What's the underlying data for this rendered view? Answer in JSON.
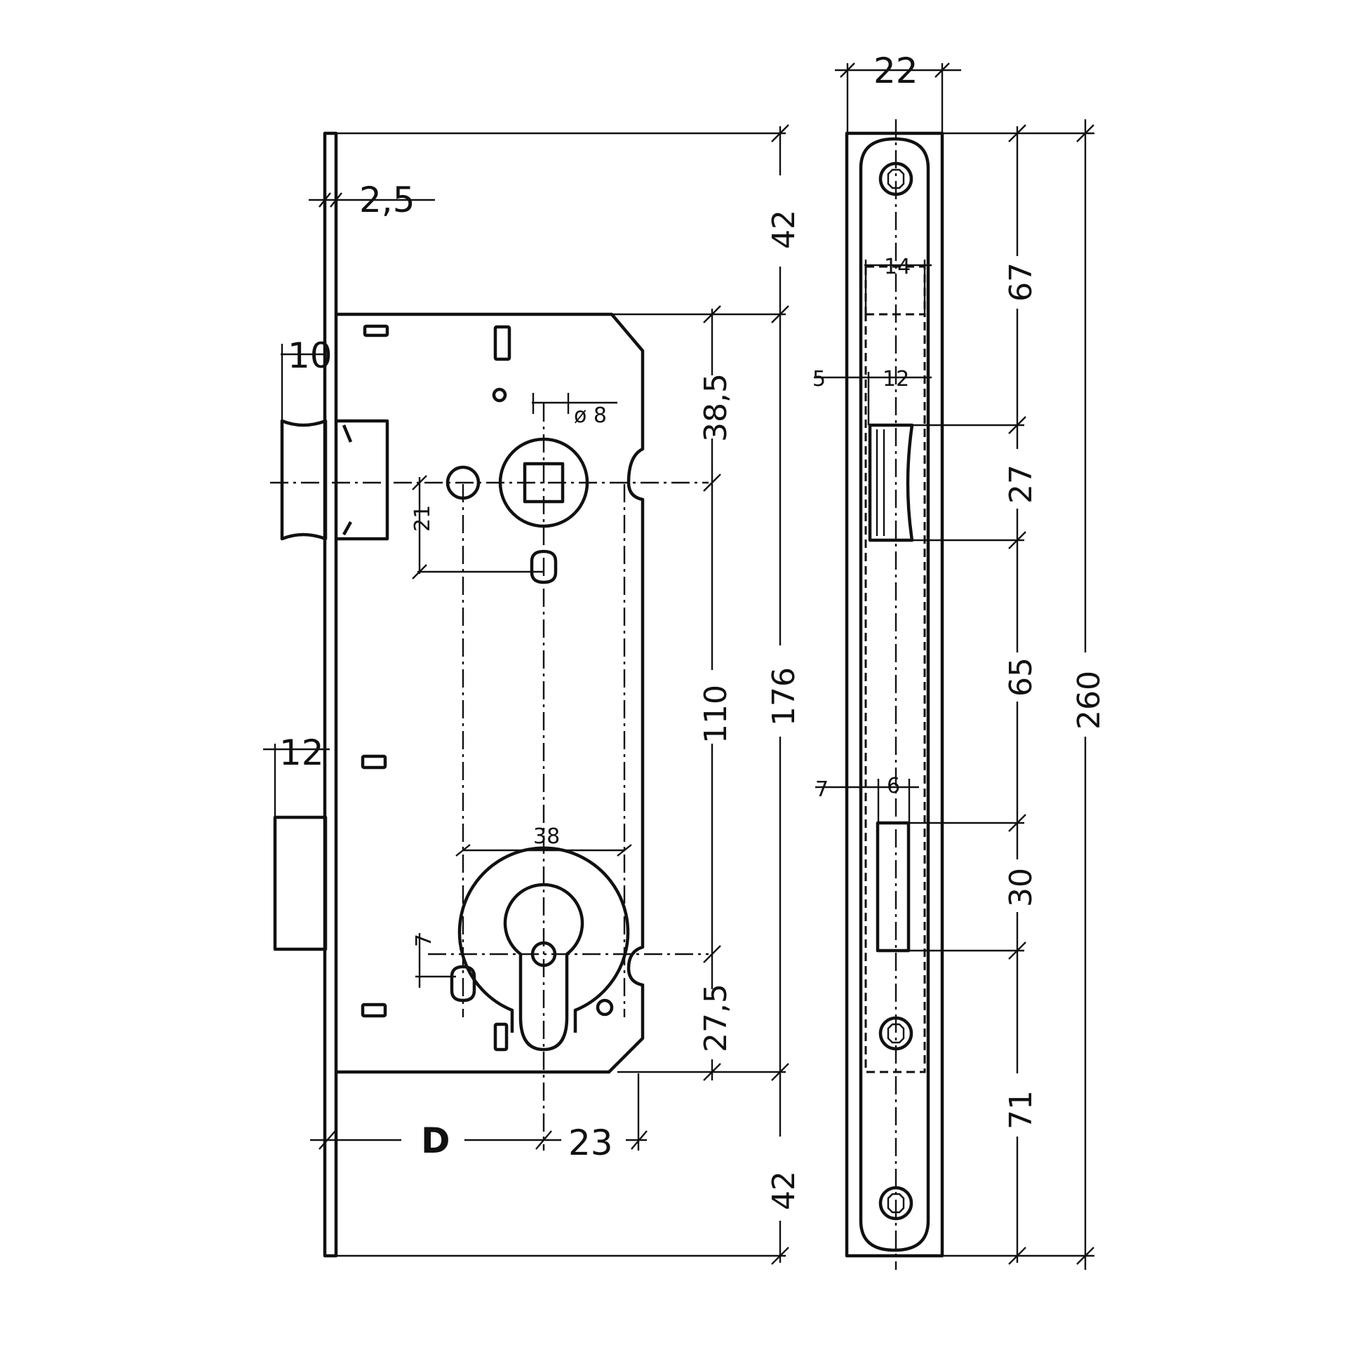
{
  "diagram": {
    "dimensions": {
      "faceplate_thickness": "2,5",
      "latch_projection": "10",
      "bolt_projection": "12",
      "top_offset": "42",
      "bottom_offset": "42",
      "case_height": "176",
      "spindle_from_top": "38,5",
      "handle_to_cylinder": "110",
      "cylinder_to_bottom": "27,5",
      "spindle_to_fixing": "21",
      "spindle_size": "ø 8",
      "fixing_spacing": "38",
      "cylinder_fixing_offset": "7",
      "backset": "D",
      "cylinder_to_back": "23",
      "strike_width": "22",
      "latch_cutout_width": "14",
      "strike_edge_offset_1": "5",
      "latch_cutout_inner": "12",
      "strike_edge_offset_2": "7",
      "bolt_cutout_width": "6",
      "strike_top_section": "67",
      "latch_opening": "27",
      "strike_middle_section": "65",
      "bolt_opening": "30",
      "strike_bottom_section": "71",
      "strike_height": "260"
    }
  }
}
